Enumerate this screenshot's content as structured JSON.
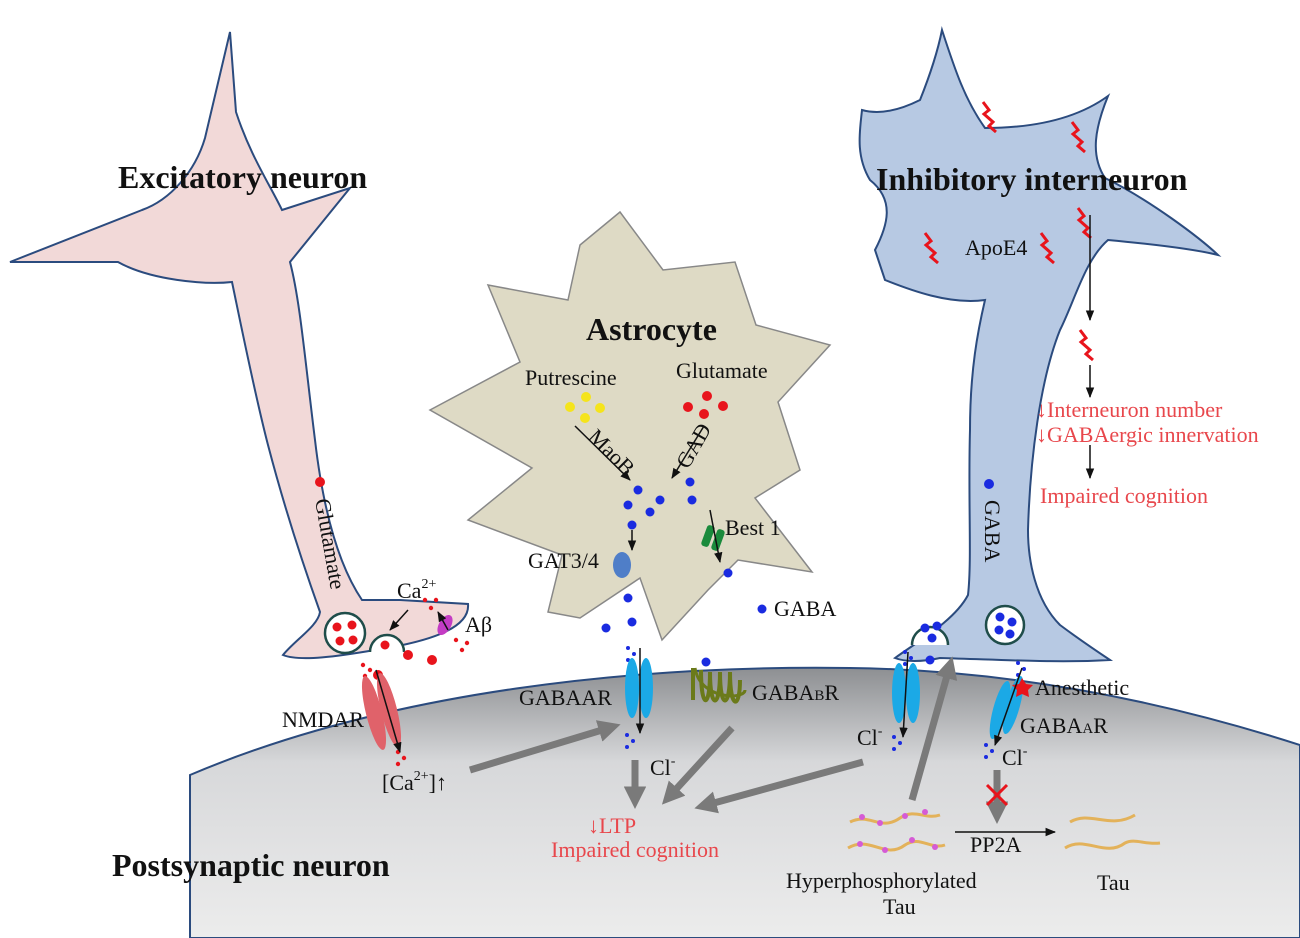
{
  "cells": {
    "excitatory": "Excitatory neuron",
    "astrocyte": "Astrocyte",
    "inhibitory": "Inhibitory interneuron",
    "postsynaptic": "Postsynaptic neuron"
  },
  "labels": {
    "glutamate_axon": "Glutamate",
    "ca2": "Ca",
    "ca2_sup": "2+",
    "abeta": "Aβ",
    "nmdar": "NMDAR",
    "ca_in": "[Ca",
    "ca_in_sup": "2+",
    "ca_in_end": "]↑",
    "putrescine": "Putrescine",
    "glutamate_astro": "Glutamate",
    "maob": "MaoB",
    "gad": "GAD",
    "best1": "Best 1",
    "gat": "GAT3/4",
    "gaba_free": "GABA",
    "gabaar_left_main": "GABAA",
    "gabaar_left_sub": "R",
    "gabaar_left_full": "GABAAR",
    "cl_mid": "Cl",
    "cl_mid_sup": "-",
    "gabab_main": "GABA",
    "gabab_sub": "B",
    "gabab_r": "R",
    "cl_right": "Cl",
    "cl_right_sup": "-",
    "anesthetic": "Anesthetic",
    "gabaar_right_main": "GABA",
    "gabaar_right_sub": "A",
    "gabaar_right_r": "R",
    "cl_far": "Cl",
    "cl_far_sup": "-",
    "pp2a": "PP2A",
    "hyper_line1": "Hyperphosphorylated",
    "hyper_line2": "Tau",
    "tau": "Tau",
    "apoe4": "ApoE4",
    "gaba_axon": "GABA"
  },
  "outcomes": {
    "ltp": "↓LTP",
    "impaired_mid": "Impaired cognition",
    "interneuron_number": "↓Interneuron number",
    "gabaergic": "↓GABAergic innervation",
    "impaired_right": "Impaired cognition"
  },
  "colors": {
    "excitatory_fill": "#f2d9d8",
    "astrocyte_fill": "#dedac5",
    "inhibitory_fill": "#b7c9e3",
    "glutamate": "#e8141c",
    "gaba": "#1a2be0",
    "putrescine": "#f5e41b",
    "outcome_text": "#e8474c"
  }
}
